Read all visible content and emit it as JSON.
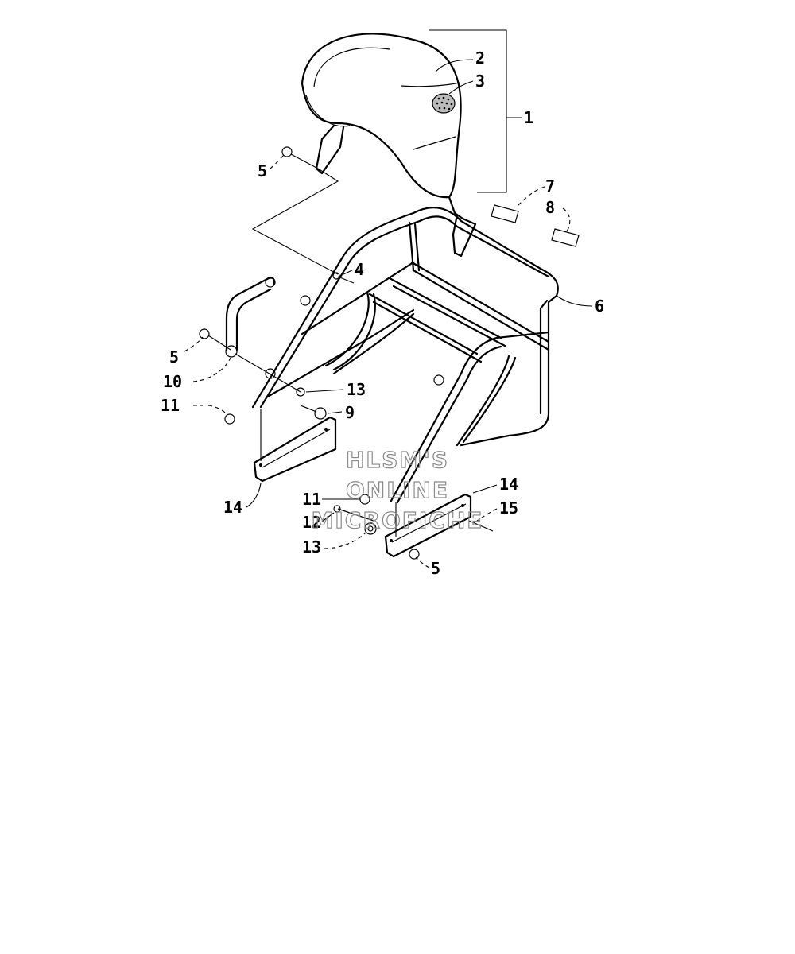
{
  "diagram": {
    "watermark": [
      "HLSM'S",
      "ONLINE",
      "MICROFICHE"
    ],
    "callouts": [
      {
        "id": "1",
        "label": "1"
      },
      {
        "id": "2",
        "label": "2"
      },
      {
        "id": "3",
        "label": "3"
      },
      {
        "id": "4",
        "label": "4"
      },
      {
        "id": "5a",
        "label": "5"
      },
      {
        "id": "5b",
        "label": "5"
      },
      {
        "id": "5c",
        "label": "5"
      },
      {
        "id": "6",
        "label": "6"
      },
      {
        "id": "7",
        "label": "7"
      },
      {
        "id": "8",
        "label": "8"
      },
      {
        "id": "9",
        "label": "9"
      },
      {
        "id": "10",
        "label": "10"
      },
      {
        "id": "11a",
        "label": "11"
      },
      {
        "id": "11b",
        "label": "11"
      },
      {
        "id": "12",
        "label": "12"
      },
      {
        "id": "13a",
        "label": "13"
      },
      {
        "id": "13b",
        "label": "13"
      },
      {
        "id": "14a",
        "label": "14"
      },
      {
        "id": "14b",
        "label": "14"
      },
      {
        "id": "15",
        "label": "15"
      }
    ]
  }
}
